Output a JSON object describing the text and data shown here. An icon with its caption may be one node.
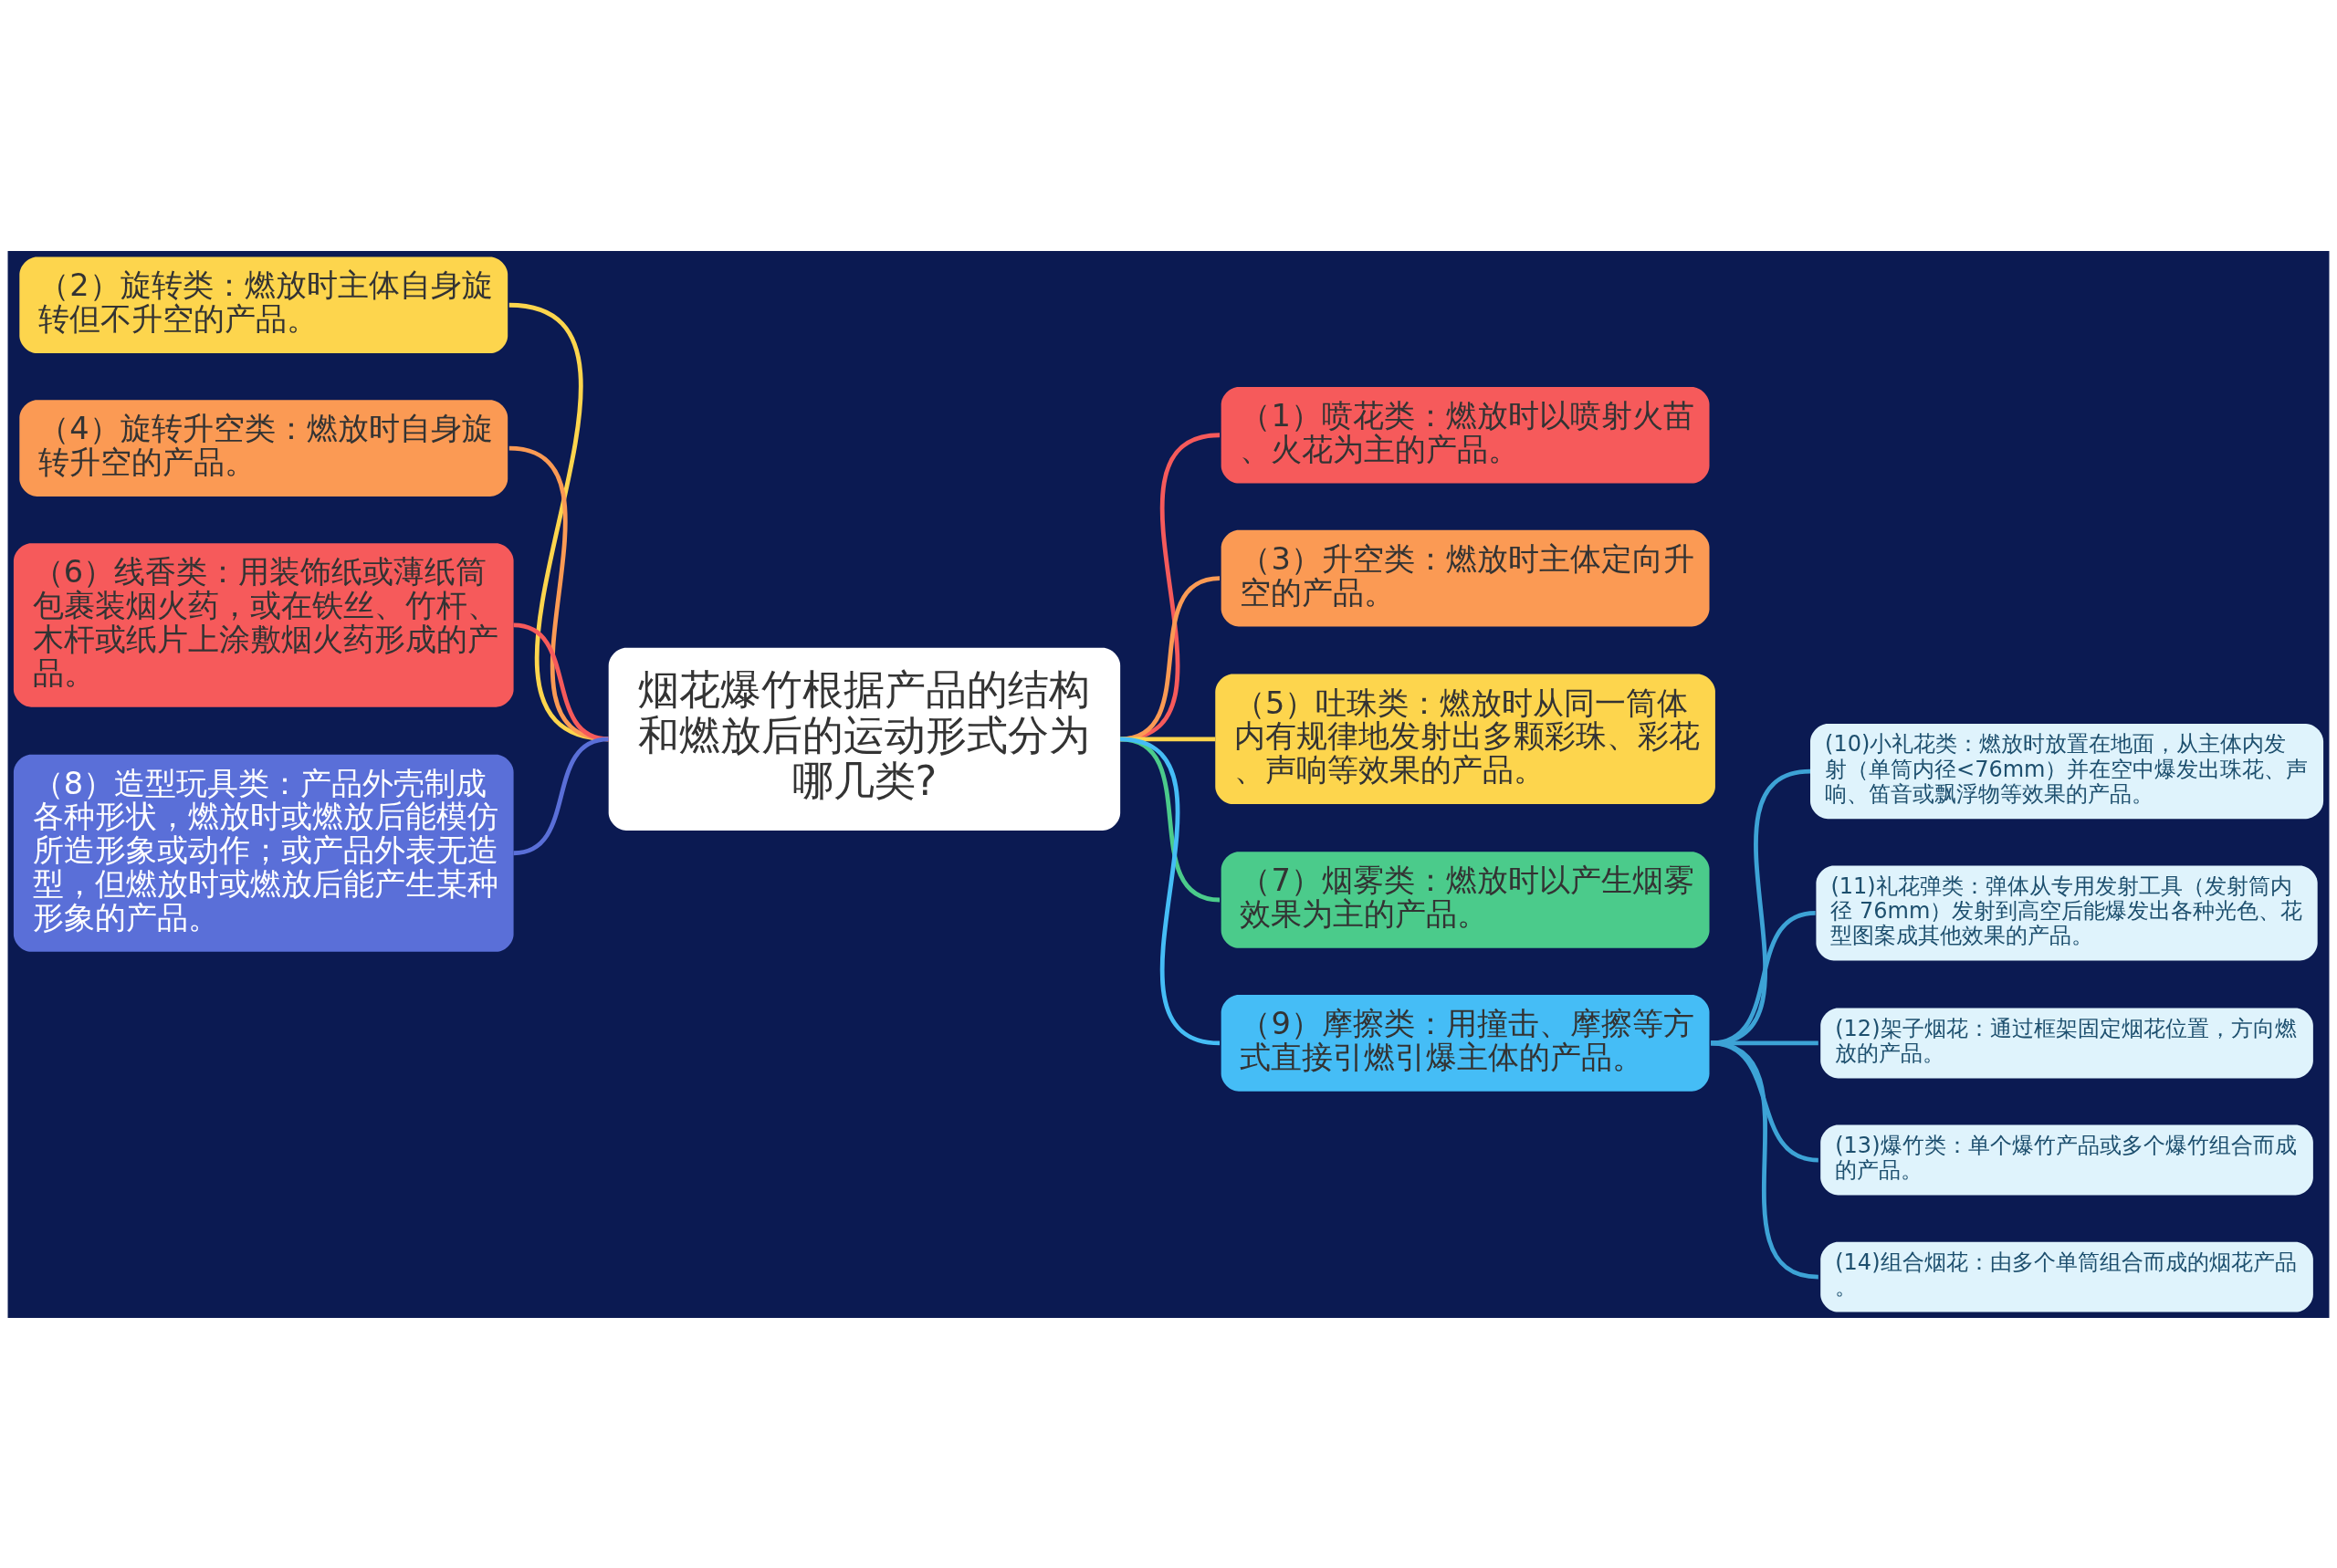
{
  "diagram": {
    "nodes": [
      {
        "text": [
          "烟花爆竹根据产品的结构和燃放后的运动形式分为哪几类?"
        ]
      },
      {
        "text": [
          "（1）喷花类：燃放时以喷射火苗、火花为主的产品。"
        ]
      },
      {
        "text": [
          "（2）旋转类：燃放时主体自身旋转但不升空的产品。"
        ]
      },
      {
        "text": [
          "（3）升空类：燃放时主体定向升空的产品。"
        ]
      },
      {
        "text": [
          "（4）旋转升空类：燃放时自身旋转升空的产品。"
        ]
      },
      {
        "text": [
          "（5）吐珠类：燃放时从同一筒体内有规律地发射出多颗彩珠、彩花、声响等效果的产品。"
        ]
      },
      {
        "text": [
          "（6）线香类：用装饰纸或薄纸筒包裹装烟火药，或在铁丝、竹杆、木杆或纸片上涂敷烟火药形成的产品。"
        ]
      },
      {
        "text": [
          "（7）烟雾类：燃放时以产生烟雾效果为主的产品。"
        ]
      },
      {
        "text": [
          "（8）造型玩具类：产品外壳制成各种形状，燃放时或燃放后能模仿所造形象或动作；或产品外表无造型，但燃放时或燃放后能产生某种形象的产品。"
        ]
      },
      {
        "text": [
          "（9）摩擦类：用撞击、摩擦等方式直接引燃引爆主体的产品。"
        ]
      },
      {
        "text": [
          "(10)小礼花类：燃放时放置在地面，从主体内发射（单筒内径<76mm）并在空中爆发出珠花、声响、笛音或飘浮物等效果的产品。"
        ]
      },
      {
        "text": [
          "(11)礼花弹类：弹体从专用发射工具（发射筒内径 76mm）发射到高空后能爆发出各种光色、花型图案成其他效果的产品。"
        ]
      },
      {
        "text": [
          "(12)架子烟花：通过框架固定烟花位置，方向燃放的产品。"
        ]
      },
      {
        "text": [
          "(13)爆竹类：单个爆竹产品或多个爆竹组合而成的产品。"
        ]
      },
      {
        "text": [
          "(14)组合烟花：由多个单筒组合而成的烟花产品。"
        ]
      }
    ],
    "edges": [
      {
        "from": 0,
        "to": 1,
        "arrow": "none",
        "color": "#f65a5b"
      },
      {
        "from": 0,
        "to": 2,
        "arrow": "none",
        "color": "#fdd54d"
      },
      {
        "from": 0,
        "to": 3,
        "arrow": "none",
        "color": "#fb9a54"
      },
      {
        "from": 0,
        "to": 4,
        "arrow": "none",
        "color": "#fb9a54"
      },
      {
        "from": 0,
        "to": 5,
        "arrow": "none",
        "color": "#fdd54d"
      },
      {
        "from": 0,
        "to": 6,
        "arrow": "none",
        "color": "#f65a5b"
      },
      {
        "from": 0,
        "to": 7,
        "arrow": "none",
        "color": "#4bcb8b"
      },
      {
        "from": 0,
        "to": 8,
        "arrow": "none",
        "color": "#5a6fd8"
      },
      {
        "from": 0,
        "to": 9,
        "arrow": "none",
        "color": "#45bdf6"
      },
      {
        "from": 9,
        "to": 10,
        "arrow": "none",
        "color": "#3da3d6"
      },
      {
        "from": 9,
        "to": 11,
        "arrow": "none",
        "color": "#3da3d6"
      },
      {
        "from": 9,
        "to": 12,
        "arrow": "none",
        "color": "#3da3d6"
      },
      {
        "from": 9,
        "to": 13,
        "arrow": "none",
        "color": "#3da3d6"
      },
      {
        "from": 9,
        "to": 14,
        "arrow": "none",
        "color": "#3da3d6"
      }
    ]
  }
}
